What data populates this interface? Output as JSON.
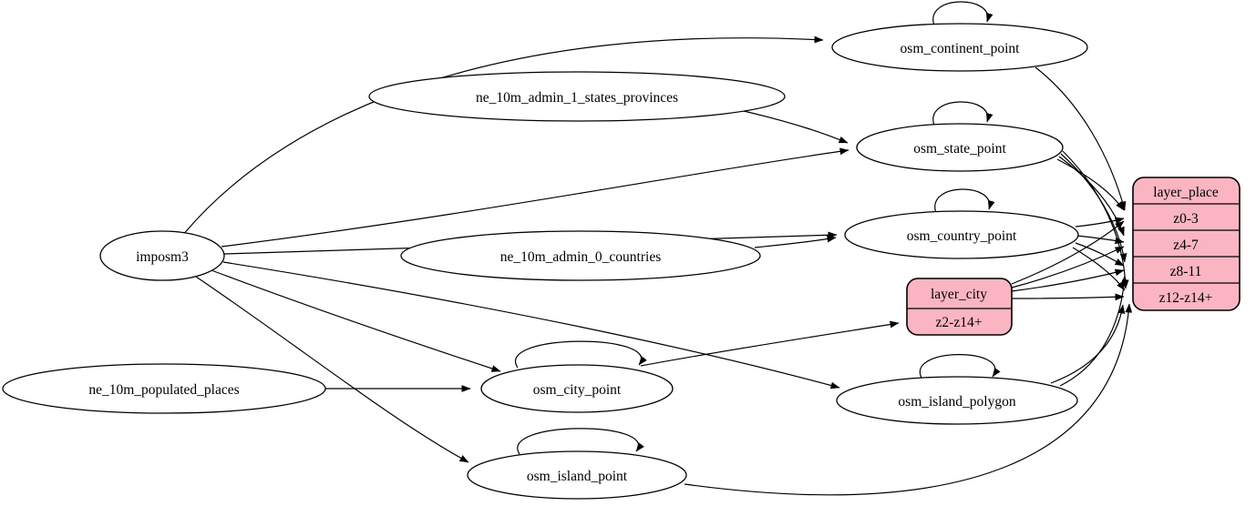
{
  "diagram": {
    "kind": "graphviz-etl-flow",
    "colors": {
      "record_fill": "#fbb5c2",
      "node_fill": "#ffffff",
      "stroke": "#000000",
      "background": "#ffffff"
    }
  },
  "nodes": {
    "imposm3": {
      "label": "imposm3",
      "shape": "ellipse"
    },
    "ne_10m_admin_1_states_provinces": {
      "label": "ne_10m_admin_1_states_provinces",
      "shape": "ellipse"
    },
    "ne_10m_admin_0_countries": {
      "label": "ne_10m_admin_0_countries",
      "shape": "ellipse"
    },
    "ne_10m_populated_places": {
      "label": "ne_10m_populated_places",
      "shape": "ellipse"
    },
    "osm_continent_point": {
      "label": "osm_continent_point",
      "shape": "ellipse"
    },
    "osm_state_point": {
      "label": "osm_state_point",
      "shape": "ellipse"
    },
    "osm_country_point": {
      "label": "osm_country_point",
      "shape": "ellipse"
    },
    "osm_city_point": {
      "label": "osm_city_point",
      "shape": "ellipse"
    },
    "osm_island_polygon": {
      "label": "osm_island_polygon",
      "shape": "ellipse"
    },
    "osm_island_point": {
      "label": "osm_island_point",
      "shape": "ellipse"
    },
    "layer_city": {
      "label": "layer_city",
      "shape": "record",
      "rows": [
        "z2-z14+"
      ]
    },
    "layer_place": {
      "label": "layer_place",
      "shape": "record",
      "rows": [
        "z0-3",
        "z4-7",
        "z8-11",
        "z12-z14+"
      ]
    }
  },
  "edges": [
    {
      "from": "imposm3",
      "to": "osm_continent_point"
    },
    {
      "from": "imposm3",
      "to": "osm_state_point"
    },
    {
      "from": "imposm3",
      "to": "osm_country_point"
    },
    {
      "from": "imposm3",
      "to": "osm_city_point"
    },
    {
      "from": "imposm3",
      "to": "osm_island_polygon"
    },
    {
      "from": "imposm3",
      "to": "osm_island_point"
    },
    {
      "from": "ne_10m_admin_1_states_provinces",
      "to": "osm_state_point"
    },
    {
      "from": "ne_10m_admin_0_countries",
      "to": "osm_country_point"
    },
    {
      "from": "ne_10m_populated_places",
      "to": "osm_city_point"
    },
    {
      "from": "osm_continent_point",
      "to": "osm_continent_point"
    },
    {
      "from": "osm_state_point",
      "to": "osm_state_point"
    },
    {
      "from": "osm_country_point",
      "to": "osm_country_point"
    },
    {
      "from": "osm_city_point",
      "to": "osm_city_point"
    },
    {
      "from": "osm_island_polygon",
      "to": "osm_island_polygon"
    },
    {
      "from": "osm_island_point",
      "to": "osm_island_point"
    },
    {
      "from": "osm_city_point",
      "to": "layer_city:z2-z14+"
    },
    {
      "from": "osm_continent_point",
      "to": "layer_place:z0-3"
    },
    {
      "from": "osm_state_point",
      "to": "layer_place:z0-3"
    },
    {
      "from": "osm_state_point",
      "to": "layer_place:z4-7"
    },
    {
      "from": "osm_state_point",
      "to": "layer_place:z8-11"
    },
    {
      "from": "osm_state_point",
      "to": "layer_place:z12-z14+"
    },
    {
      "from": "osm_country_point",
      "to": "layer_place:z0-3"
    },
    {
      "from": "osm_country_point",
      "to": "layer_place:z4-7"
    },
    {
      "from": "osm_country_point",
      "to": "layer_place:z8-11"
    },
    {
      "from": "osm_country_point",
      "to": "layer_place:z12-z14+"
    },
    {
      "from": "layer_city:z2-z14+",
      "to": "layer_place:z0-3"
    },
    {
      "from": "layer_city:z2-z14+",
      "to": "layer_place:z4-7"
    },
    {
      "from": "layer_city:z2-z14+",
      "to": "layer_place:z8-11"
    },
    {
      "from": "layer_city:z2-z14+",
      "to": "layer_place:z12-z14+"
    },
    {
      "from": "osm_island_polygon",
      "to": "layer_place:z8-11"
    },
    {
      "from": "osm_island_polygon",
      "to": "layer_place:z12-z14+"
    },
    {
      "from": "osm_island_point",
      "to": "layer_place:z12-z14+"
    }
  ]
}
